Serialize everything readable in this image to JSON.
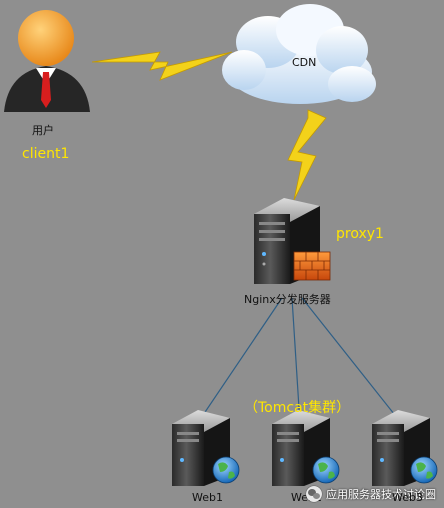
{
  "nodes": {
    "user": {
      "label": "用户",
      "sublabel": "client1"
    },
    "cdn": {
      "label": "CDN"
    },
    "proxy": {
      "label": "Nginx分发服务器",
      "sublabel": "proxy1"
    },
    "cluster": {
      "label": "（Tomcat集群）"
    },
    "web1": {
      "label": "Web1"
    },
    "web2": {
      "label": "Web2"
    },
    "web3": {
      "label": "Web3"
    }
  },
  "watermark": {
    "text": "应用服务器技术讨论圈",
    "icon": "wechat-icon"
  },
  "colors": {
    "background": "#8f8f8f",
    "highlight_text": "#ffe600",
    "lightning": "#f3d21a",
    "connector": "#2f5f86"
  }
}
